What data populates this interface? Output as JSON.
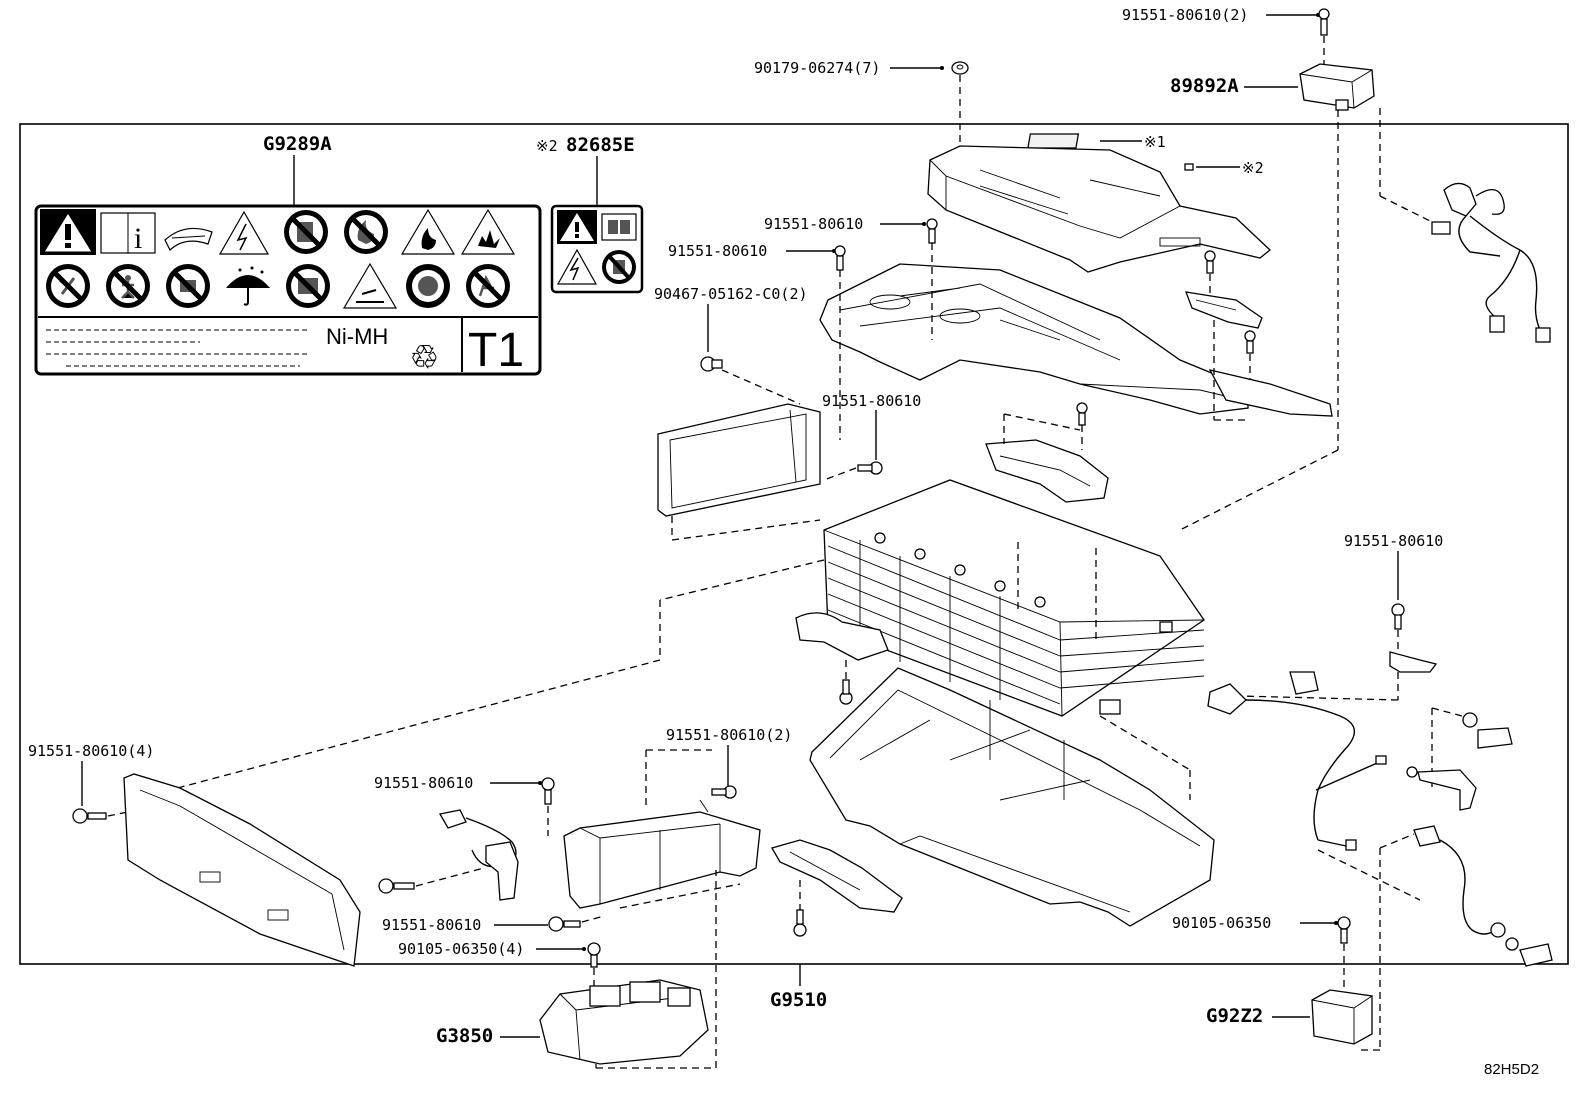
{
  "diagram_id": "82H5D2",
  "labels": {
    "p_9155180610_2_top": "91551-80610(2)",
    "p_90179": "90179-06274(7)",
    "p_89892a": "89892A",
    "p_g9289a": "G9289A",
    "p_82685e_mark": "※2",
    "p_82685e": "82685E",
    "note1": "※1",
    "note2": "※2",
    "p_9155180610_a": "91551-80610",
    "p_9155180610_b": "91551-80610",
    "p_90467": "90467-05162-C0(2)",
    "p_9155180610_c": "91551-80610",
    "p_9155180610_right": "91551-80610",
    "p_9155180610_4": "91551-80610(4)",
    "p_9155180610_2_mid": "91551-80610(2)",
    "p_9155180610_d": "91551-80610",
    "p_9155180610_e": "91551-80610",
    "p_90105_4": "90105-06350(4)",
    "p_90105": "90105-06350",
    "p_g9510": "G9510",
    "p_g3850": "G3850",
    "p_g92z2": "G92Z2"
  },
  "label_card": {
    "chem": "Ni-MH",
    "type": "T1"
  },
  "icons": {
    "label_row1": [
      "warning-icon",
      "manual-icon",
      "read-manual-icon",
      "high-voltage-icon",
      "no-touch-icon",
      "no-fire-icon",
      "flammable-icon",
      "explosive-icon"
    ],
    "label_row2": [
      "no-disassemble-icon",
      "no-children-icon",
      "no-tamper-icon",
      "keep-dry-icon",
      "no-water-icon",
      "corrosive-icon",
      "wear-protection-icon",
      "no-open-icon"
    ],
    "small_label": [
      "warning-icon",
      "manual-icon",
      "high-voltage-icon",
      "no-touch-icon"
    ],
    "recycle": "recycle-icon"
  }
}
